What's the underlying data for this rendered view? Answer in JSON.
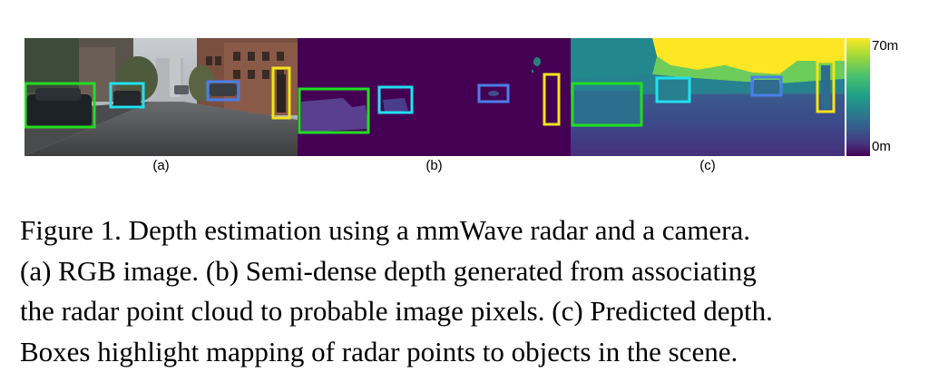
{
  "figure": {
    "panels": [
      {
        "label": "(a)"
      },
      {
        "label": "(b)"
      },
      {
        "label": "(c)"
      }
    ],
    "colorbar": {
      "max_label": "70m",
      "min_label": "0m",
      "colormap": [
        "#440154",
        "#46327e",
        "#365c8d",
        "#277f8e",
        "#1fa187",
        "#4ac16d",
        "#a0da39",
        "#fde725"
      ]
    },
    "box_colors": {
      "green": "#22dd22",
      "cyan": "#22e0f0",
      "blue": "#4a7ee8",
      "yellow": "#f2e41c"
    }
  },
  "caption": {
    "lines": [
      "Figure 1. Depth estimation using a mmWave radar and a camera.",
      "(a) RGB image. (b) Semi-dense depth generated from associating",
      "the radar point cloud to probable image pixels. (c) Predicted depth.",
      "Boxes highlight mapping of radar points to objects in the scene."
    ]
  }
}
